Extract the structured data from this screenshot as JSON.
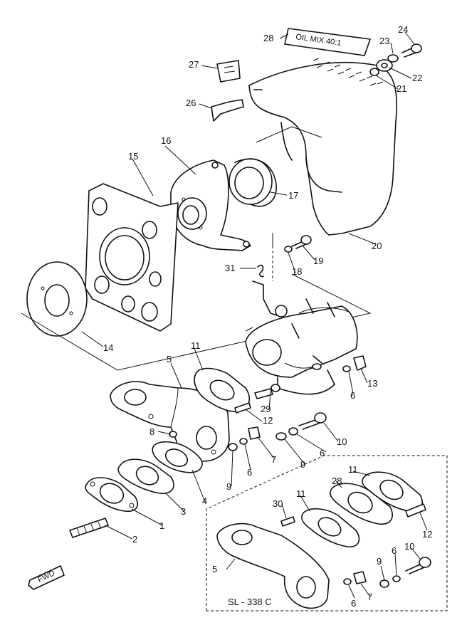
{
  "callouts": {
    "c1": "1",
    "c2": "2",
    "c3": "3",
    "c4": "4",
    "c5": "5",
    "c6": "6",
    "c7": "7",
    "c8": "8",
    "c9": "9",
    "c10": "10",
    "c11": "11",
    "c12": "12",
    "c13": "13",
    "c14": "14",
    "c15": "15",
    "c16": "16",
    "c17": "17",
    "c18": "18",
    "c19": "19",
    "c20": "20",
    "c21": "21",
    "c22": "22",
    "c23": "23",
    "c24": "24",
    "c26": "26",
    "c27": "27",
    "c28": "28",
    "c29": "29",
    "c30": "30",
    "c31": "31"
  },
  "inset": {
    "title": "SL - 338 C",
    "callouts": {
      "c5": "5",
      "c6a": "6",
      "c6b": "6",
      "c7": "7",
      "c9": "9",
      "c10": "10",
      "c11a": "11",
      "c11b": "11",
      "c12": "12",
      "c28": "28",
      "c30": "30"
    }
  },
  "fwd_label": "FWD",
  "cover_plate_text": "OIL MIX 40:1"
}
